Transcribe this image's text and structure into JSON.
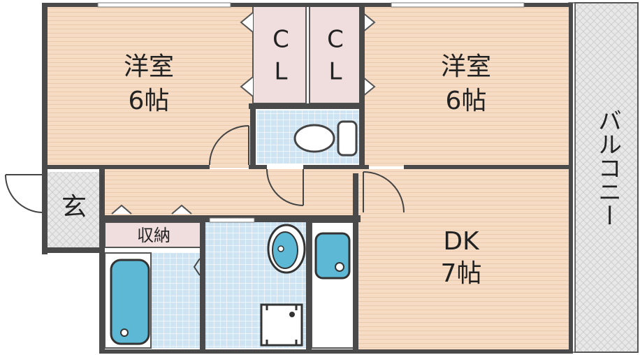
{
  "rooms": {
    "western_left": {
      "name": "洋室",
      "size": "6帖"
    },
    "western_right": {
      "name": "洋室",
      "size": "6帖"
    },
    "dk": {
      "name": "DK",
      "size": "7帖"
    }
  },
  "closets": {
    "left": [
      "C",
      "L"
    ],
    "right": [
      "C",
      "L"
    ]
  },
  "entrance": "玄",
  "storage": "収納",
  "balcony": "バルコニー",
  "colors": {
    "floor_wood": "#f6dcc4",
    "closet": "#f0dede",
    "tile": "#c9e0ef",
    "fixture": "#5db8d6",
    "balcony": "#e6e6e6",
    "wall": "#4a4a4a"
  }
}
